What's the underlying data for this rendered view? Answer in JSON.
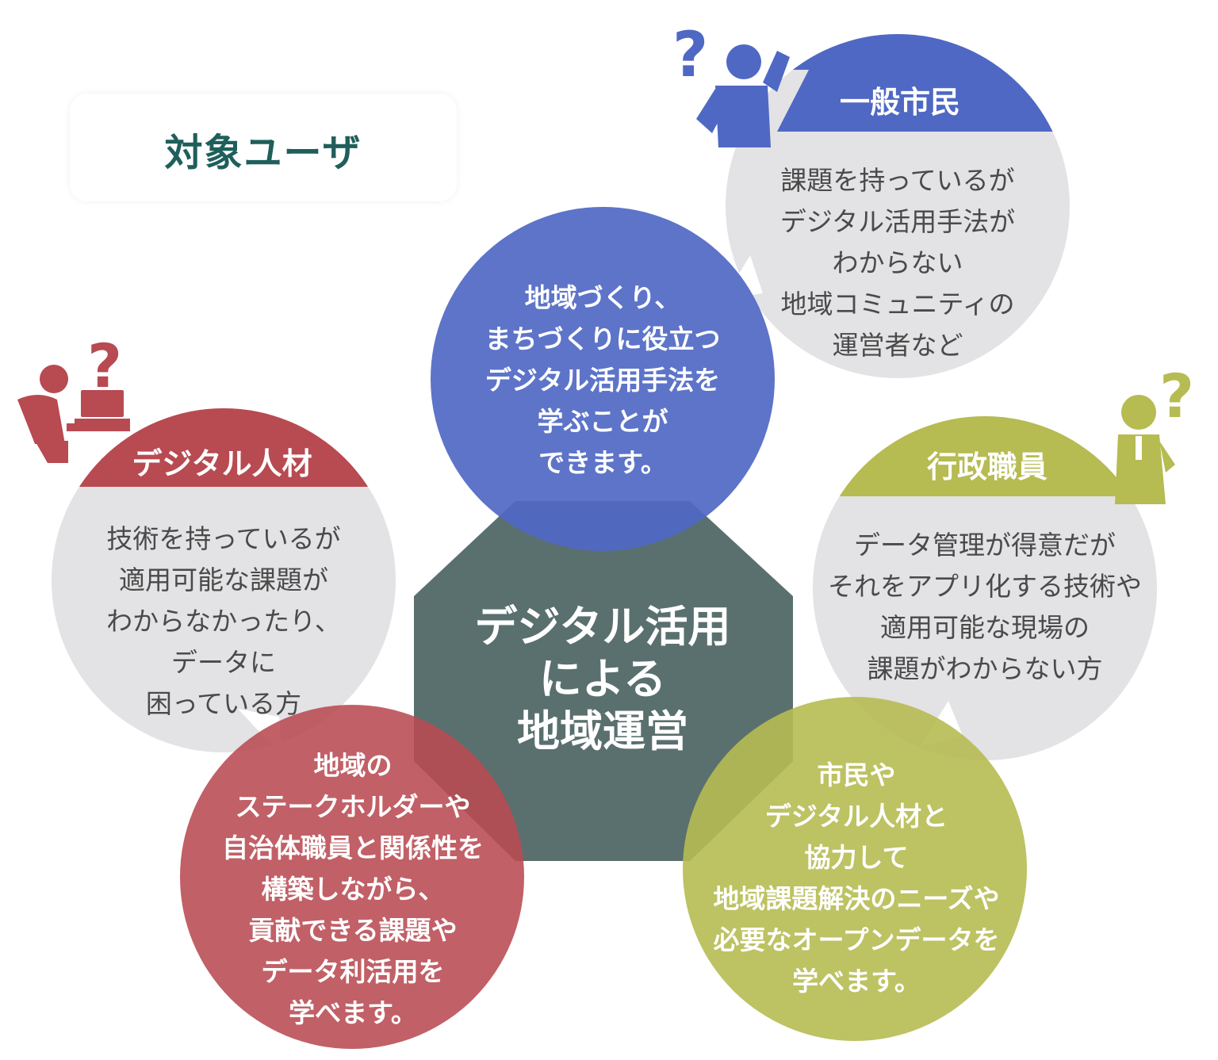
{
  "title": "対象ユーザ",
  "center": {
    "text": "デジタル活用\nによる\n地域運営",
    "color": "#5a706e"
  },
  "groups": [
    {
      "key": "citizen",
      "header": "一般市民",
      "description": "課題を持っているが\nデジタル活用手法が\nわからない\n地域コミュニティの\n運営者など",
      "benefit": "地域づくり、\nまちづくりに役立つ\nデジタル活用手法を\n学ぶことが\nできます。",
      "color": "#4f68c4"
    },
    {
      "key": "digital-talent",
      "header": "デジタル人材",
      "description": "技術を持っているが\n適用可能な課題が\nわからなかったり、\nデータに\n困っている方",
      "benefit": "地域の\nステークホルダーや\n自治体職員と関係性を\n構築しながら、\n貢献できる課題や\nデータ利活用を\n学べます。",
      "color": "#b84a52"
    },
    {
      "key": "government-staff",
      "header": "行政職員",
      "description": "データ管理が得意だが\nそれをアプリ化する技術や\n適用可能な現場の\n課題がわからない方",
      "benefit": "市民や\nデジタル人材と\n協力して\n地域課題解決のニーズや\n必要なオープンデータを\n学べます。",
      "color": "#b6bb52"
    }
  ],
  "colors": {
    "grey_circle": "#e3e2e4",
    "title_text": "#1f5f5b"
  },
  "icons": [
    "question-person-icon",
    "laptop-person-icon",
    "businessman-question-icon"
  ]
}
